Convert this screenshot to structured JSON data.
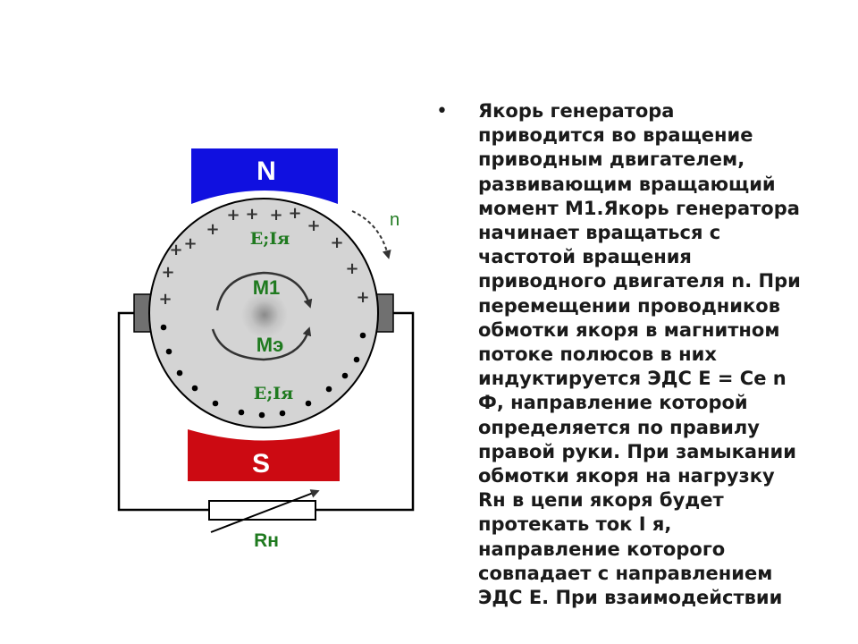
{
  "diagram": {
    "pole_north": "N",
    "pole_south": "S",
    "rotation_label": "n",
    "emf_current_top": "E;Iя",
    "emf_current_bottom": "E;Iя",
    "torque_drive": "M1",
    "torque_em": "Mэ",
    "load_resistor": "Rн",
    "plus_sign": "+",
    "colors": {
      "north_pole": "#1010e0",
      "south_pole": "#cc0a12",
      "label_green": "#1f7a1f",
      "armature_fill": "#d4d4d4",
      "wire": "#000000"
    }
  },
  "text": {
    "bullet": "•",
    "lines": [
      "Якорь генератора",
      "приводится во вращение",
      "приводным двигателем,",
      "развивающим вращающий",
      "момент М1.Якорь генератора",
      "начинает вращаться с",
      "частотой вращения",
      "приводного двигателя n. При",
      "перемещении проводников",
      "обмотки якоря в магнитном",
      "потоке полюсов в них",
      "индуктируется ЭДС Е = Се n",
      "Ф, направление которой",
      "определяется по правилу",
      "правой руки. При замыкании",
      "обмотки якоря на нагрузку",
      "Rн в цепи якоря будет",
      "протекать ток I я,",
      "направление которого",
      "совпадает с направлением",
      "ЭДС Е. При взаимодействии"
    ]
  }
}
